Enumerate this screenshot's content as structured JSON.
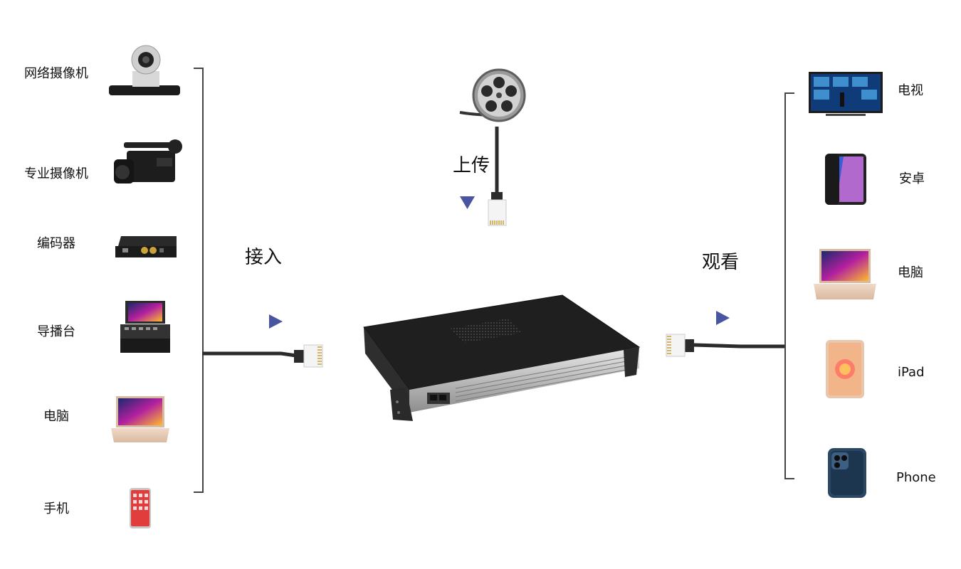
{
  "sources": [
    {
      "label": "网络摄像机",
      "icon": "ptz-camera-icon"
    },
    {
      "label": "专业摄像机",
      "icon": "camcorder-icon"
    },
    {
      "label": "编码器",
      "icon": "encoder-box-icon"
    },
    {
      "label": "导播台",
      "icon": "broadcast-console-icon"
    },
    {
      "label": "电脑",
      "icon": "laptop-icon"
    },
    {
      "label": "手机",
      "icon": "smartphone-icon"
    }
  ],
  "targets": [
    {
      "label": "电视",
      "icon": "tv-icon"
    },
    {
      "label": "安卓",
      "icon": "android-phone-icon"
    },
    {
      "label": "电脑",
      "icon": "laptop-icon"
    },
    {
      "label": "iPad",
      "icon": "tablet-icon"
    },
    {
      "label": "Phone",
      "icon": "iphone-icon"
    }
  ],
  "flows": {
    "ingest_label": "接入",
    "upload_label": "上传",
    "watch_label": "观看"
  },
  "colors": {
    "arrow": "#4a55a2",
    "cable": "#2b2b2b",
    "bracket": "#444444"
  }
}
